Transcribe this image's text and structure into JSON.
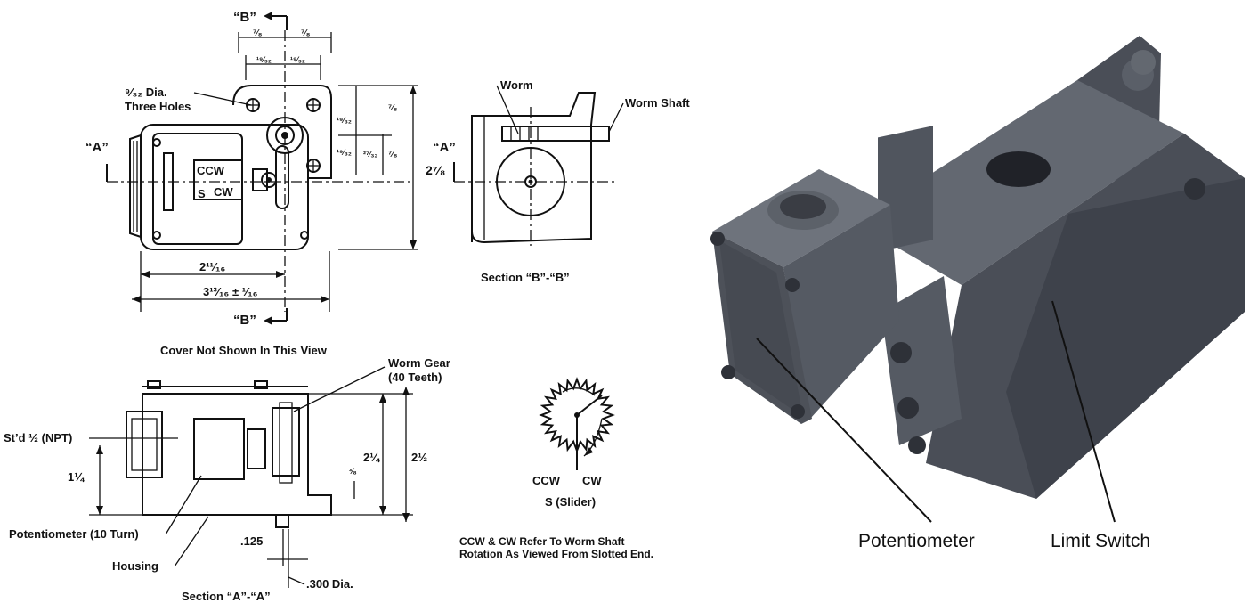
{
  "top_view": {
    "section_b_top": "“B”",
    "section_b_bottom": "“B”",
    "section_a_left": "“A”",
    "dim_seven_eighths_left": "⁷⁄₈",
    "dim_seven_eighths_right": "⁷⁄₈",
    "dim_nineteen_32_left": "¹⁹⁄₃₂",
    "dim_nineteen_32_right": "¹⁹⁄₃₂",
    "hole_label_1": "⁹⁄₃₂ Dia.",
    "hole_label_2": "Three Holes",
    "ccw": "CCW",
    "s": "S",
    "cw": "CW",
    "dim_width_inner": "2¹¹⁄₁₆",
    "dim_width_outer": "3¹³⁄₁₆ ± ¹⁄₁₆",
    "dim_right_7_8": "⁷⁄₈",
    "dim_right_19_32_a": "¹⁹⁄₃₂",
    "dim_right_19_32_b": "¹⁹⁄₃₂",
    "dim_right_27_32": "²⁷⁄₃₂",
    "dim_right_7_8_b": "⁷⁄₈",
    "dim_height": "2⁷⁄₈"
  },
  "section_bb": {
    "worm": "Worm",
    "worm_shaft": "Worm Shaft",
    "a_mark": "“A”",
    "caption": "Section “B”-“B”"
  },
  "cover_note": "Cover Not Shown In This View",
  "section_aa": {
    "worm_gear_1": "Worm Gear",
    "worm_gear_2": "(40 Teeth)",
    "npt": "St’d ½ (NPT)",
    "dim_1_quarter": "1¼",
    "dim_3_8": "³⁄₈",
    "dim_2_quarter": "2¼",
    "dim_2_half": "2½",
    "potentiometer": "Potentiometer (10 Turn)",
    "housing": "Housing",
    "dim_125": ".125",
    "dim_300": ".300 Dia.",
    "caption": "Section “A”-“A”"
  },
  "rotation": {
    "ccw": "CCW",
    "cw": "CW",
    "slider": "S (Slider)",
    "note_1": "CCW & CW Refer To Worm Shaft",
    "note_2": "Rotation As Viewed From Slotted End."
  },
  "render": {
    "label_potentiometer": "Potentiometer",
    "label_limit_switch": "Limit Switch"
  },
  "colors": {
    "body_dark": "#3f434c",
    "body_mid": "#555a63",
    "body_light": "#6e737c",
    "ink": "#111111"
  }
}
